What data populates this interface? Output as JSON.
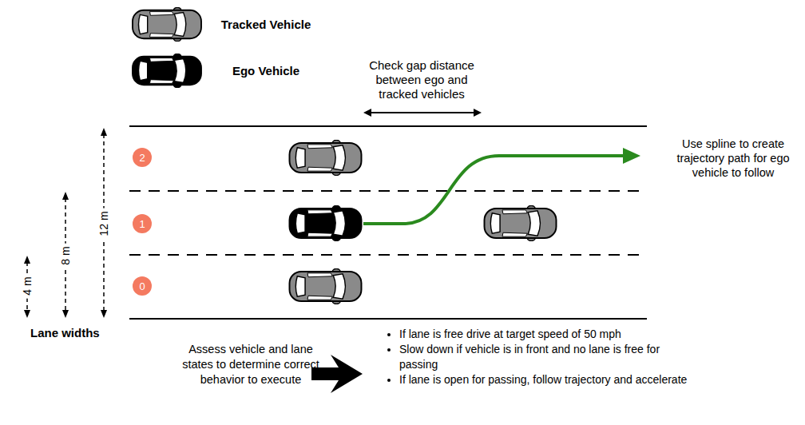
{
  "diagram": {
    "nodes": [
      {
        "text": [
          "2"
        ]
      },
      {
        "text": [
          "1"
        ]
      },
      {
        "text": [
          "0"
        ]
      }
    ],
    "labels": [
      "Check gap distance between ego and tracked vehicles",
      "Use spline to create trajectory path for ego vehicle to follow",
      "12 m",
      "8 m",
      "4 m",
      "Lane widths",
      "Assess vehicle and lane states to determine correct behavior to execute",
      "If lane is free drive at target speed of 50 mph",
      "Slow down if vehicle is in front and no lane is free for passing",
      "If lane is open for passing, follow trajectory and accelerate"
    ],
    "legend": [
      {
        "text": "Tracked Vehicle"
      },
      {
        "text": "Ego Vehicle"
      }
    ]
  }
}
